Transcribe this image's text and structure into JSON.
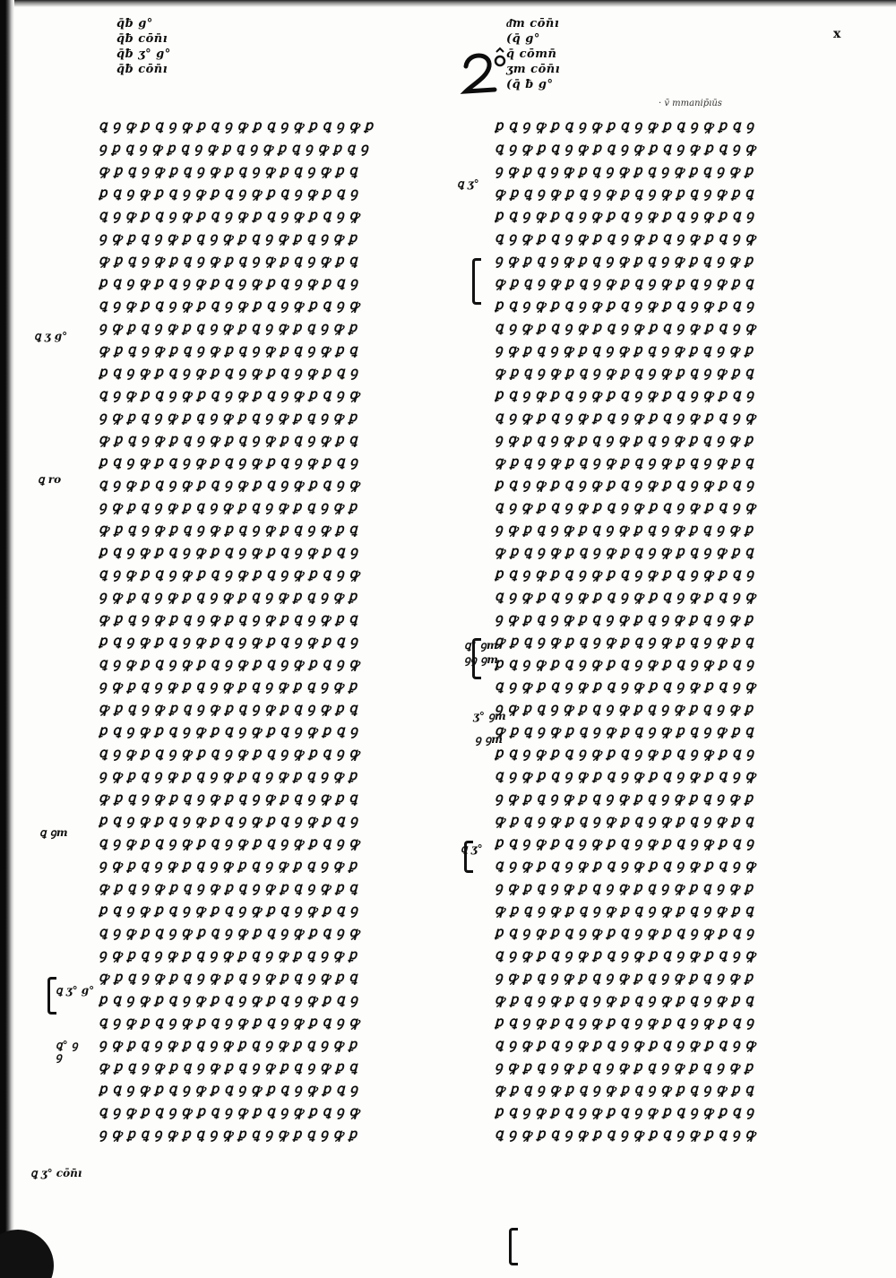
{
  "folio_number": "2",
  "corner_mark": "x",
  "faint_note": "· v̄ mmanip̄ıūs",
  "top_notes_left": "q̄ƀ g°\nq̄ƀ cōn̄ı\nq̄ƀ ʒ° g°\nq̄ƀ cōn̄ı",
  "top_notes_right": "ᵭ̄m cōn̄ı\n(q̄ g°\nq̄ cōmn̄\nʒm cōn̄ı\n(q̄ ƀ g°",
  "margin_notes": {
    "left_upper": "ꝗ ʒ g°",
    "left_mid": "ꝗ ro",
    "left_lower": "ꝗ ꝯm",
    "left_lower2": "ꝗ ʒ° g°",
    "left_lower3": "ꝗ° ꝯ\nꝯ",
    "left_bottom": "ꝗ ʒ° cōn̄ı",
    "center_upper": "ꝗ ʒ°",
    "center_lower": "ꝗ° ꝯm\nꝯꝯ ꝯm",
    "center_lower2": "ʒ° ꝯm",
    "center_lower3": "ꝯ ꝯm",
    "center_bottom": "ꝗ ʒ°"
  },
  "left_column": [
    "ꝗ ꝯ ꝙ ꝑ ꝗ ꝯ ꝙ ꝑ ꝗ ꝯ ꝙ ꝑ ꝗ ꝯ ꝙ ꝑ ꝗ ꝯ ꝙ ꝑ",
    "ꝯ ꝑ ꝗ ꝯ ꝙ ꝑ ꝗ ꝯ ꝙ ꝑ ꝗ ꝯ ꝙ ꝑ ꝗ ꝯ ꝙ ꝑ ꝗ ꝯ",
    "ꝙ ꝑ ꝗ ꝯ ꝙ ꝑ ꝗ ꝯ ꝙ ꝑ ꝗ ꝯ ꝙ ꝑ ꝗ ꝯ ꝙ ꝑ ꝗ",
    "ꝑ ꝗ ꝯ ꝙ ꝑ ꝗ ꝯ ꝙ ꝑ ꝗ ꝯ ꝙ ꝑ ꝗ ꝯ ꝙ ꝑ ꝗ ꝯ",
    "ꝗ ꝯ ꝙ ꝑ ꝗ ꝯ ꝙ ꝑ ꝗ ꝯ ꝙ ꝑ ꝗ ꝯ ꝙ ꝑ ꝗ ꝯ ꝙ",
    "ꝯ ꝙ ꝑ ꝗ ꝯ ꝙ ꝑ ꝗ ꝯ ꝙ ꝑ ꝗ ꝯ ꝙ ꝑ ꝗ ꝯ ꝙ ꝑ",
    "ꝙ ꝑ ꝗ ꝯ ꝙ ꝑ ꝗ ꝯ ꝙ ꝑ ꝗ ꝯ ꝙ ꝑ ꝗ ꝯ ꝙ ꝑ ꝗ",
    "ꝑ ꝗ ꝯ ꝙ ꝑ ꝗ ꝯ ꝙ ꝑ ꝗ ꝯ ꝙ ꝑ ꝗ ꝯ ꝙ ꝑ ꝗ ꝯ",
    "ꝗ ꝯ ꝙ ꝑ ꝗ ꝯ ꝙ ꝑ ꝗ ꝯ ꝙ ꝑ ꝗ ꝯ ꝙ ꝑ ꝗ ꝯ ꝙ",
    "ꝯ ꝙ ꝑ ꝗ ꝯ ꝙ ꝑ ꝗ ꝯ ꝙ ꝑ ꝗ ꝯ ꝙ ꝑ ꝗ ꝯ ꝙ ꝑ",
    "ꝙ ꝑ ꝗ ꝯ ꝙ ꝑ ꝗ ꝯ ꝙ ꝑ ꝗ ꝯ ꝙ ꝑ ꝗ ꝯ ꝙ ꝑ ꝗ",
    "ꝑ ꝗ ꝯ ꝙ ꝑ ꝗ ꝯ ꝙ ꝑ ꝗ ꝯ ꝙ ꝑ ꝗ ꝯ ꝙ ꝑ ꝗ ꝯ",
    "ꝗ ꝯ ꝙ ꝑ ꝗ ꝯ ꝙ ꝑ ꝗ ꝯ ꝙ ꝑ ꝗ ꝯ ꝙ ꝑ ꝗ ꝯ ꝙ",
    "ꝯ ꝙ ꝑ ꝗ ꝯ ꝙ ꝑ ꝗ ꝯ ꝙ ꝑ ꝗ ꝯ ꝙ ꝑ ꝗ ꝯ ꝙ ꝑ",
    "ꝙ ꝑ ꝗ ꝯ ꝙ ꝑ ꝗ ꝯ ꝙ ꝑ ꝗ ꝯ ꝙ ꝑ ꝗ ꝯ ꝙ ꝑ ꝗ",
    "ꝑ ꝗ ꝯ ꝙ ꝑ ꝗ ꝯ ꝙ ꝑ ꝗ ꝯ ꝙ ꝑ ꝗ ꝯ ꝙ ꝑ ꝗ ꝯ",
    "ꝗ ꝯ ꝙ ꝑ ꝗ ꝯ ꝙ ꝑ ꝗ ꝯ ꝙ ꝑ ꝗ ꝯ ꝙ ꝑ ꝗ ꝯ ꝙ",
    "ꝯ ꝙ ꝑ ꝗ ꝯ ꝙ ꝑ ꝗ ꝯ ꝙ ꝑ ꝗ ꝯ ꝙ ꝑ ꝗ ꝯ ꝙ ꝑ",
    "ꝙ ꝑ ꝗ ꝯ ꝙ ꝑ ꝗ ꝯ ꝙ ꝑ ꝗ ꝯ ꝙ ꝑ ꝗ ꝯ ꝙ ꝑ ꝗ",
    "ꝑ ꝗ ꝯ ꝙ ꝑ ꝗ ꝯ ꝙ ꝑ ꝗ ꝯ ꝙ ꝑ ꝗ ꝯ ꝙ ꝑ ꝗ ꝯ",
    "ꝗ ꝯ ꝙ ꝑ ꝗ ꝯ ꝙ ꝑ ꝗ ꝯ ꝙ ꝑ ꝗ ꝯ ꝙ ꝑ ꝗ ꝯ ꝙ",
    "ꝯ ꝙ ꝑ ꝗ ꝯ ꝙ ꝑ ꝗ ꝯ ꝙ ꝑ ꝗ ꝯ ꝙ ꝑ ꝗ ꝯ ꝙ ꝑ",
    "ꝙ ꝑ ꝗ ꝯ ꝙ ꝑ ꝗ ꝯ ꝙ ꝑ ꝗ ꝯ ꝙ ꝑ ꝗ ꝯ ꝙ ꝑ ꝗ",
    "ꝑ ꝗ ꝯ ꝙ ꝑ ꝗ ꝯ ꝙ ꝑ ꝗ ꝯ ꝙ ꝑ ꝗ ꝯ ꝙ ꝑ ꝗ ꝯ",
    "ꝗ ꝯ ꝙ ꝑ ꝗ ꝯ ꝙ ꝑ ꝗ ꝯ ꝙ ꝑ ꝗ ꝯ ꝙ ꝑ ꝗ ꝯ ꝙ",
    "ꝯ ꝙ ꝑ ꝗ ꝯ ꝙ ꝑ ꝗ ꝯ ꝙ ꝑ ꝗ ꝯ ꝙ ꝑ ꝗ ꝯ ꝙ ꝑ",
    "ꝙ ꝑ ꝗ ꝯ ꝙ ꝑ ꝗ ꝯ ꝙ ꝑ ꝗ ꝯ ꝙ ꝑ ꝗ ꝯ ꝙ ꝑ ꝗ",
    "ꝑ ꝗ ꝯ ꝙ ꝑ ꝗ ꝯ ꝙ ꝑ ꝗ ꝯ ꝙ ꝑ ꝗ ꝯ ꝙ ꝑ ꝗ ꝯ",
    "ꝗ ꝯ ꝙ ꝑ ꝗ ꝯ ꝙ ꝑ ꝗ ꝯ ꝙ ꝑ ꝗ ꝯ ꝙ ꝑ ꝗ ꝯ ꝙ",
    "ꝯ ꝙ ꝑ ꝗ ꝯ ꝙ ꝑ ꝗ ꝯ ꝙ ꝑ ꝗ ꝯ ꝙ ꝑ ꝗ ꝯ ꝙ ꝑ",
    "ꝙ ꝑ ꝗ ꝯ ꝙ ꝑ ꝗ ꝯ ꝙ ꝑ ꝗ ꝯ ꝙ ꝑ ꝗ ꝯ ꝙ ꝑ ꝗ",
    "ꝑ ꝗ ꝯ ꝙ ꝑ ꝗ ꝯ ꝙ ꝑ ꝗ ꝯ ꝙ ꝑ ꝗ ꝯ ꝙ ꝑ ꝗ ꝯ",
    "ꝗ ꝯ ꝙ ꝑ ꝗ ꝯ ꝙ ꝑ ꝗ ꝯ ꝙ ꝑ ꝗ ꝯ ꝙ ꝑ ꝗ ꝯ ꝙ",
    "ꝯ ꝙ ꝑ ꝗ ꝯ ꝙ ꝑ ꝗ ꝯ ꝙ ꝑ ꝗ ꝯ ꝙ ꝑ ꝗ ꝯ ꝙ ꝑ",
    "ꝙ ꝑ ꝗ ꝯ ꝙ ꝑ ꝗ ꝯ ꝙ ꝑ ꝗ ꝯ ꝙ ꝑ ꝗ ꝯ ꝙ ꝑ ꝗ",
    "ꝑ ꝗ ꝯ ꝙ ꝑ ꝗ ꝯ ꝙ ꝑ ꝗ ꝯ ꝙ ꝑ ꝗ ꝯ ꝙ ꝑ ꝗ ꝯ",
    "ꝗ ꝯ ꝙ ꝑ ꝗ ꝯ ꝙ ꝑ ꝗ ꝯ ꝙ ꝑ ꝗ ꝯ ꝙ ꝑ ꝗ ꝯ ꝙ",
    "ꝯ ꝙ ꝑ ꝗ ꝯ ꝙ ꝑ ꝗ ꝯ ꝙ ꝑ ꝗ ꝯ ꝙ ꝑ ꝗ ꝯ ꝙ ꝑ",
    "ꝙ ꝑ ꝗ ꝯ ꝙ ꝑ ꝗ ꝯ ꝙ ꝑ ꝗ ꝯ ꝙ ꝑ ꝗ ꝯ ꝙ ꝑ ꝗ",
    "ꝑ ꝗ ꝯ ꝙ ꝑ ꝗ ꝯ ꝙ ꝑ ꝗ ꝯ ꝙ ꝑ ꝗ ꝯ ꝙ ꝑ ꝗ ꝯ",
    "ꝗ ꝯ ꝙ ꝑ ꝗ ꝯ ꝙ ꝑ ꝗ ꝯ ꝙ ꝑ ꝗ ꝯ ꝙ ꝑ ꝗ ꝯ ꝙ",
    "ꝯ ꝙ ꝑ ꝗ ꝯ ꝙ ꝑ ꝗ ꝯ ꝙ ꝑ ꝗ ꝯ ꝙ ꝑ ꝗ ꝯ ꝙ ꝑ",
    "ꝙ ꝑ ꝗ ꝯ ꝙ ꝑ ꝗ ꝯ ꝙ ꝑ ꝗ ꝯ ꝙ ꝑ ꝗ ꝯ ꝙ ꝑ ꝗ",
    "ꝑ ꝗ ꝯ ꝙ ꝑ ꝗ ꝯ ꝙ ꝑ ꝗ ꝯ ꝙ ꝑ ꝗ ꝯ ꝙ ꝑ ꝗ ꝯ",
    "ꝗ ꝯ ꝙ ꝑ ꝗ ꝯ ꝙ ꝑ ꝗ ꝯ ꝙ ꝑ ꝗ ꝯ ꝙ ꝑ ꝗ ꝯ ꝙ",
    "ꝯ ꝙ ꝑ ꝗ ꝯ ꝙ ꝑ ꝗ ꝯ ꝙ ꝑ ꝗ ꝯ ꝙ ꝑ ꝗ ꝯ ꝙ ꝑ"
  ],
  "right_column": [
    "ꝑ ꝗ ꝯ ꝙ ꝑ ꝗ ꝯ ꝙ ꝑ ꝗ ꝯ ꝙ ꝑ ꝗ ꝯ ꝙ ꝑ ꝗ ꝯ",
    "ꝗ ꝯ ꝙ ꝑ ꝗ ꝯ ꝙ ꝑ ꝗ ꝯ ꝙ ꝑ ꝗ ꝯ ꝙ ꝑ ꝗ ꝯ ꝙ",
    "ꝯ ꝙ ꝑ ꝗ ꝯ ꝙ ꝑ ꝗ ꝯ ꝙ ꝑ ꝗ ꝯ ꝙ ꝑ ꝗ ꝯ ꝙ ꝑ",
    "ꝙ ꝑ ꝗ ꝯ ꝙ ꝑ ꝗ ꝯ ꝙ ꝑ ꝗ ꝯ ꝙ ꝑ ꝗ ꝯ ꝙ ꝑ ꝗ",
    "ꝑ ꝗ ꝯ ꝙ ꝑ ꝗ ꝯ ꝙ ꝑ ꝗ ꝯ ꝙ ꝑ ꝗ ꝯ ꝙ ꝑ ꝗ ꝯ",
    "ꝗ ꝯ ꝙ ꝑ ꝗ ꝯ ꝙ ꝑ ꝗ ꝯ ꝙ ꝑ ꝗ ꝯ ꝙ ꝑ ꝗ ꝯ ꝙ",
    "ꝯ ꝙ ꝑ ꝗ ꝯ ꝙ ꝑ ꝗ ꝯ ꝙ ꝑ ꝗ ꝯ ꝙ ꝑ ꝗ ꝯ ꝙ ꝑ",
    "ꝙ ꝑ ꝗ ꝯ ꝙ ꝑ ꝗ ꝯ ꝙ ꝑ ꝗ ꝯ ꝙ ꝑ ꝗ ꝯ ꝙ ꝑ ꝗ",
    "ꝑ ꝗ ꝯ ꝙ ꝑ ꝗ ꝯ ꝙ ꝑ ꝗ ꝯ ꝙ ꝑ ꝗ ꝯ ꝙ ꝑ ꝗ ꝯ",
    "ꝗ ꝯ ꝙ ꝑ ꝗ ꝯ ꝙ ꝑ ꝗ ꝯ ꝙ ꝑ ꝗ ꝯ ꝙ ꝑ ꝗ ꝯ ꝙ",
    "ꝯ ꝙ ꝑ ꝗ ꝯ ꝙ ꝑ ꝗ ꝯ ꝙ ꝑ ꝗ ꝯ ꝙ ꝑ ꝗ ꝯ ꝙ ꝑ",
    "ꝙ ꝑ ꝗ ꝯ ꝙ ꝑ ꝗ ꝯ ꝙ ꝑ ꝗ ꝯ ꝙ ꝑ ꝗ ꝯ ꝙ ꝑ ꝗ",
    "ꝑ ꝗ ꝯ ꝙ ꝑ ꝗ ꝯ ꝙ ꝑ ꝗ ꝯ ꝙ ꝑ ꝗ ꝯ ꝙ ꝑ ꝗ ꝯ",
    "ꝗ ꝯ ꝙ ꝑ ꝗ ꝯ ꝙ ꝑ ꝗ ꝯ ꝙ ꝑ ꝗ ꝯ ꝙ ꝑ ꝗ ꝯ ꝙ",
    "ꝯ ꝙ ꝑ ꝗ ꝯ ꝙ ꝑ ꝗ ꝯ ꝙ ꝑ ꝗ ꝯ ꝙ ꝑ ꝗ ꝯ ꝙ ꝑ",
    "ꝙ ꝑ ꝗ ꝯ ꝙ ꝑ ꝗ ꝯ ꝙ ꝑ ꝗ ꝯ ꝙ ꝑ ꝗ ꝯ ꝙ ꝑ ꝗ",
    "ꝑ ꝗ ꝯ ꝙ ꝑ ꝗ ꝯ ꝙ ꝑ ꝗ ꝯ ꝙ ꝑ ꝗ ꝯ ꝙ ꝑ ꝗ ꝯ",
    "ꝗ ꝯ ꝙ ꝑ ꝗ ꝯ ꝙ ꝑ ꝗ ꝯ ꝙ ꝑ ꝗ ꝯ ꝙ ꝑ ꝗ ꝯ ꝙ",
    "ꝯ ꝙ ꝑ ꝗ ꝯ ꝙ ꝑ ꝗ ꝯ ꝙ ꝑ ꝗ ꝯ ꝙ ꝑ ꝗ ꝯ ꝙ ꝑ",
    "ꝙ ꝑ ꝗ ꝯ ꝙ ꝑ ꝗ ꝯ ꝙ ꝑ ꝗ ꝯ ꝙ ꝑ ꝗ ꝯ ꝙ ꝑ ꝗ",
    "ꝑ ꝗ ꝯ ꝙ ꝑ ꝗ ꝯ ꝙ ꝑ ꝗ ꝯ ꝙ ꝑ ꝗ ꝯ ꝙ ꝑ ꝗ ꝯ",
    "ꝗ ꝯ ꝙ ꝑ ꝗ ꝯ ꝙ ꝑ ꝗ ꝯ ꝙ ꝑ ꝗ ꝯ ꝙ ꝑ ꝗ ꝯ ꝙ",
    "ꝯ ꝙ ꝑ ꝗ ꝯ ꝙ ꝑ ꝗ ꝯ ꝙ ꝑ ꝗ ꝯ ꝙ ꝑ ꝗ ꝯ ꝙ ꝑ",
    "ꝙ ꝑ ꝗ ꝯ ꝙ ꝑ ꝗ ꝯ ꝙ ꝑ ꝗ ꝯ ꝙ ꝑ ꝗ ꝯ ꝙ ꝑ ꝗ",
    "ꝑ ꝗ ꝯ ꝙ ꝑ ꝗ ꝯ ꝙ ꝑ ꝗ ꝯ ꝙ ꝑ ꝗ ꝯ ꝙ ꝑ ꝗ ꝯ",
    "ꝗ ꝯ ꝙ ꝑ ꝗ ꝯ ꝙ ꝑ ꝗ ꝯ ꝙ ꝑ ꝗ ꝯ ꝙ ꝑ ꝗ ꝯ ꝙ",
    "ꝯ ꝙ ꝑ ꝗ ꝯ ꝙ ꝑ ꝗ ꝯ ꝙ ꝑ ꝗ ꝯ ꝙ ꝑ ꝗ ꝯ ꝙ ꝑ",
    "ꝙ ꝑ ꝗ ꝯ ꝙ ꝑ ꝗ ꝯ ꝙ ꝑ ꝗ ꝯ ꝙ ꝑ ꝗ ꝯ ꝙ ꝑ ꝗ",
    "ꝑ ꝗ ꝯ ꝙ ꝑ ꝗ ꝯ ꝙ ꝑ ꝗ ꝯ ꝙ ꝑ ꝗ ꝯ ꝙ ꝑ ꝗ ꝯ",
    "ꝗ ꝯ ꝙ ꝑ ꝗ ꝯ ꝙ ꝑ ꝗ ꝯ ꝙ ꝑ ꝗ ꝯ ꝙ ꝑ ꝗ ꝯ ꝙ",
    "ꝯ ꝙ ꝑ ꝗ ꝯ ꝙ ꝑ ꝗ ꝯ ꝙ ꝑ ꝗ ꝯ ꝙ ꝑ ꝗ ꝯ ꝙ ꝑ",
    "ꝙ ꝑ ꝗ ꝯ ꝙ ꝑ ꝗ ꝯ ꝙ ꝑ ꝗ ꝯ ꝙ ꝑ ꝗ ꝯ ꝙ ꝑ ꝗ",
    "ꝑ ꝗ ꝯ ꝙ ꝑ ꝗ ꝯ ꝙ ꝑ ꝗ ꝯ ꝙ ꝑ ꝗ ꝯ ꝙ ꝑ ꝗ ꝯ",
    "ꝗ ꝯ ꝙ ꝑ ꝗ ꝯ ꝙ ꝑ ꝗ ꝯ ꝙ ꝑ ꝗ ꝯ ꝙ ꝑ ꝗ ꝯ ꝙ",
    "ꝯ ꝙ ꝑ ꝗ ꝯ ꝙ ꝑ ꝗ ꝯ ꝙ ꝑ ꝗ ꝯ ꝙ ꝑ ꝗ ꝯ ꝙ ꝑ",
    "ꝙ ꝑ ꝗ ꝯ ꝙ ꝑ ꝗ ꝯ ꝙ ꝑ ꝗ ꝯ ꝙ ꝑ ꝗ ꝯ ꝙ ꝑ ꝗ",
    "ꝑ ꝗ ꝯ ꝙ ꝑ ꝗ ꝯ ꝙ ꝑ ꝗ ꝯ ꝙ ꝑ ꝗ ꝯ ꝙ ꝑ ꝗ ꝯ",
    "ꝗ ꝯ ꝙ ꝑ ꝗ ꝯ ꝙ ꝑ ꝗ ꝯ ꝙ ꝑ ꝗ ꝯ ꝙ ꝑ ꝗ ꝯ ꝙ",
    "ꝯ ꝙ ꝑ ꝗ ꝯ ꝙ ꝑ ꝗ ꝯ ꝙ ꝑ ꝗ ꝯ ꝙ ꝑ ꝗ ꝯ ꝙ ꝑ",
    "ꝙ ꝑ ꝗ ꝯ ꝙ ꝑ ꝗ ꝯ ꝙ ꝑ ꝗ ꝯ ꝙ ꝑ ꝗ ꝯ ꝙ ꝑ ꝗ",
    "ꝑ ꝗ ꝯ ꝙ ꝑ ꝗ ꝯ ꝙ ꝑ ꝗ ꝯ ꝙ ꝑ ꝗ ꝯ ꝙ ꝑ ꝗ ꝯ",
    "ꝗ ꝯ ꝙ ꝑ ꝗ ꝯ ꝙ ꝑ ꝗ ꝯ ꝙ ꝑ ꝗ ꝯ ꝙ ꝑ ꝗ ꝯ ꝙ",
    "ꝯ ꝙ ꝑ ꝗ ꝯ ꝙ ꝑ ꝗ ꝯ ꝙ ꝑ ꝗ ꝯ ꝙ ꝑ ꝗ ꝯ ꝙ ꝑ",
    "ꝙ ꝑ ꝗ ꝯ ꝙ ꝑ ꝗ ꝯ ꝙ ꝑ ꝗ ꝯ ꝙ ꝑ ꝗ ꝯ ꝙ ꝑ ꝗ",
    "ꝑ ꝗ ꝯ ꝙ ꝑ ꝗ ꝯ ꝙ ꝑ ꝗ ꝯ ꝙ ꝑ ꝗ ꝯ ꝙ ꝑ ꝗ ꝯ",
    "ꝗ ꝯ ꝙ ꝑ ꝗ ꝯ ꝙ ꝑ ꝗ ꝯ ꝙ ꝑ ꝗ ꝯ ꝙ ꝑ ꝗ ꝯ ꝙ"
  ]
}
